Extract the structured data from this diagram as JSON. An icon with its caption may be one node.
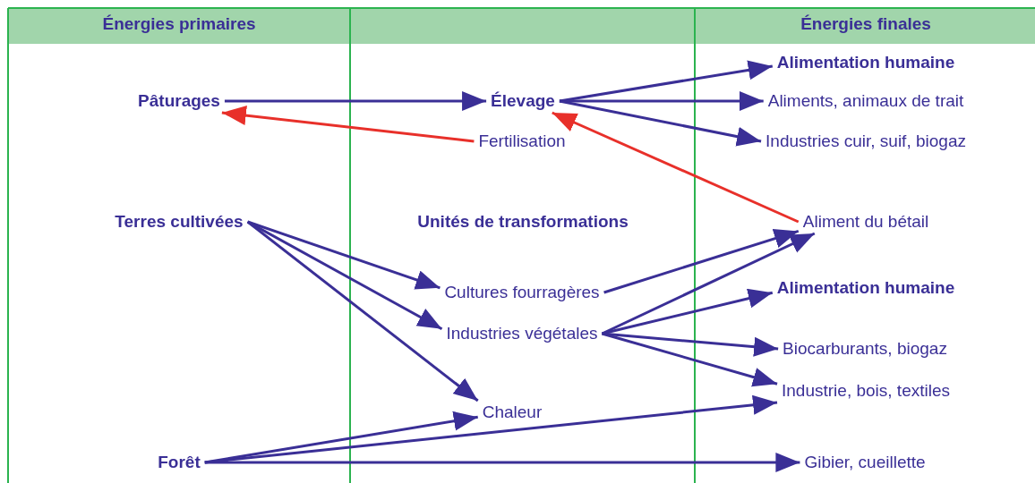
{
  "diagram": {
    "nodes": [
      {
        "text": [
          "Pâturages"
        ]
      },
      {
        "text": [
          "Élevage"
        ]
      },
      {
        "text": [
          "Fertilisation"
        ]
      },
      {
        "text": [
          "Alimentation humaine"
        ]
      },
      {
        "text": [
          "Aliments, animaux de trait"
        ]
      },
      {
        "text": [
          "Industries cuir, suif, biogaz"
        ]
      },
      {
        "text": [
          "Terres cultivées"
        ]
      },
      {
        "text": [
          "Aliment du bétail"
        ]
      },
      {
        "text": [
          "Cultures fourragères"
        ]
      },
      {
        "text": [
          "Industries végétales"
        ]
      },
      {
        "text": [
          "Alimentation humaine"
        ]
      },
      {
        "text": [
          "Biocarburants, biogaz"
        ]
      },
      {
        "text": [
          "Industrie, bois, textiles"
        ]
      },
      {
        "text": [
          "Chaleur"
        ]
      },
      {
        "text": [
          "Forêt"
        ]
      },
      {
        "text": [
          "Gibier, cueillette"
        ]
      }
    ],
    "edges": [
      {
        "from": 0,
        "to": 1,
        "arrow": "to"
      },
      {
        "from": 2,
        "to": 0,
        "arrow": "to",
        "color": "#e8302a"
      },
      {
        "from": 1,
        "to": 3,
        "arrow": "to"
      },
      {
        "from": 1,
        "to": 4,
        "arrow": "to"
      },
      {
        "from": 1,
        "to": 5,
        "arrow": "to"
      },
      {
        "from": 7,
        "to": 1,
        "arrow": "to",
        "color": "#e8302a"
      },
      {
        "from": 6,
        "to": 8,
        "arrow": "to"
      },
      {
        "from": 6,
        "to": 9,
        "arrow": "to"
      },
      {
        "from": 6,
        "to": 13,
        "arrow": "to"
      },
      {
        "from": 8,
        "to": 7,
        "arrow": "to"
      },
      {
        "from": 9,
        "to": 7,
        "arrow": "to"
      },
      {
        "from": 9,
        "to": 10,
        "arrow": "to"
      },
      {
        "from": 9,
        "to": 11,
        "arrow": "to"
      },
      {
        "from": 9,
        "to": 12,
        "arrow": "to"
      },
      {
        "from": 14,
        "to": 13,
        "arrow": "to"
      },
      {
        "from": 14,
        "to": 12,
        "arrow": "to"
      },
      {
        "from": 14,
        "to": 15,
        "arrow": "to"
      }
    ],
    "labels": [
      "Énergies primaires",
      "Énergies finales",
      "Unités de transformations"
    ]
  }
}
